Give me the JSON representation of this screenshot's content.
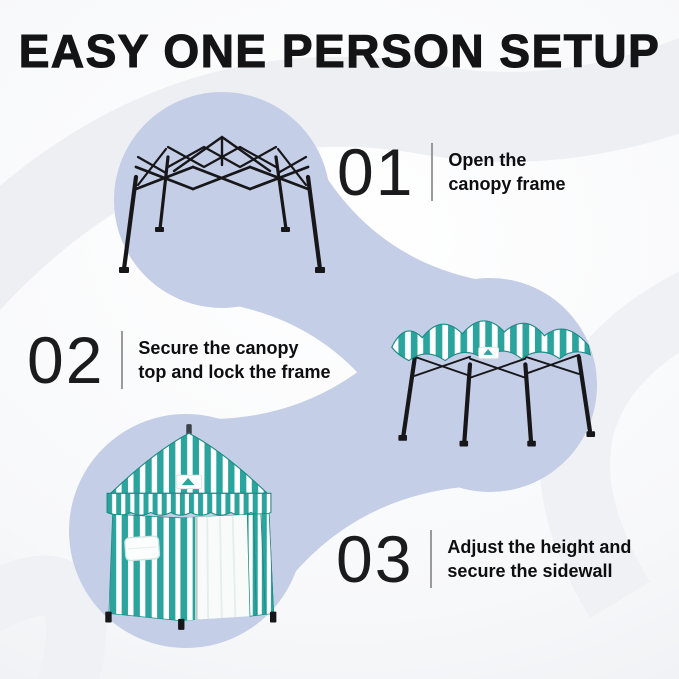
{
  "title": "EASY ONE PERSON SETUP",
  "steps": [
    {
      "number": "01",
      "line1": "Open the",
      "line2": "canopy frame",
      "illustration": "open-canopy-frame"
    },
    {
      "number": "02",
      "line1": "Secure the canopy",
      "line2": "top and lock the frame",
      "illustration": "canopy-top-on-frame"
    },
    {
      "number": "03",
      "line1": "Adjust the height and",
      "line2": "secure the sidewall",
      "illustration": "tent-with-striped-sidewalls"
    }
  ],
  "colors": {
    "bubble": "#c5cee7",
    "stripe_teal": "#2ba49e",
    "stripe_teal_dark": "#1d8a84",
    "frame_black": "#17171a",
    "text": "#0e0e10",
    "divider": "#9a9a9a"
  }
}
